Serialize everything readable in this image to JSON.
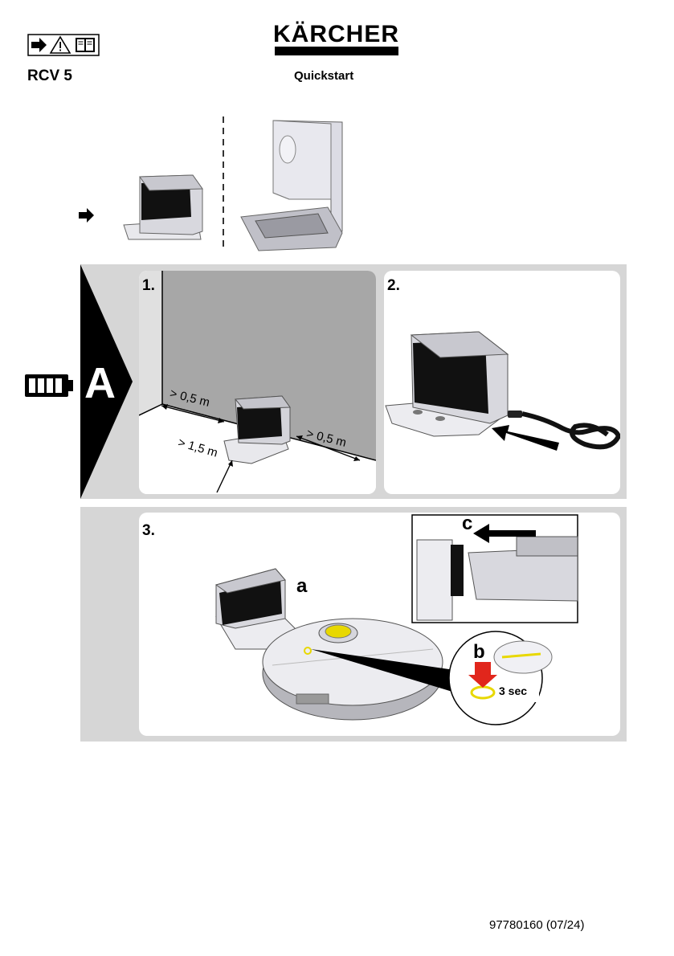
{
  "header": {
    "brand": "KÄRCHER",
    "model": "RCV 5",
    "subtitle": "Quickstart",
    "icons": [
      "arrow-right-icon",
      "warning-icon",
      "manual-book-icon"
    ]
  },
  "section_a": {
    "label": "A",
    "icon": "battery-full-icon",
    "steps": [
      {
        "number": "1.",
        "labels": [
          "> 0,5 m",
          "> 0,5 m",
          "> 1,5 m"
        ]
      },
      {
        "number": "2."
      }
    ]
  },
  "section_b": {
    "step": "3.",
    "callouts": {
      "a": "a",
      "b": "b",
      "c": "c"
    },
    "duration": "3 sec"
  },
  "footer": {
    "doc_code": "97780160  (07/24)"
  },
  "colors": {
    "accent_red": "#e1261c",
    "panel_gray": "#d6d6d6",
    "wall_gray": "#a7a7a7",
    "button_yellow": "#e8d800"
  }
}
